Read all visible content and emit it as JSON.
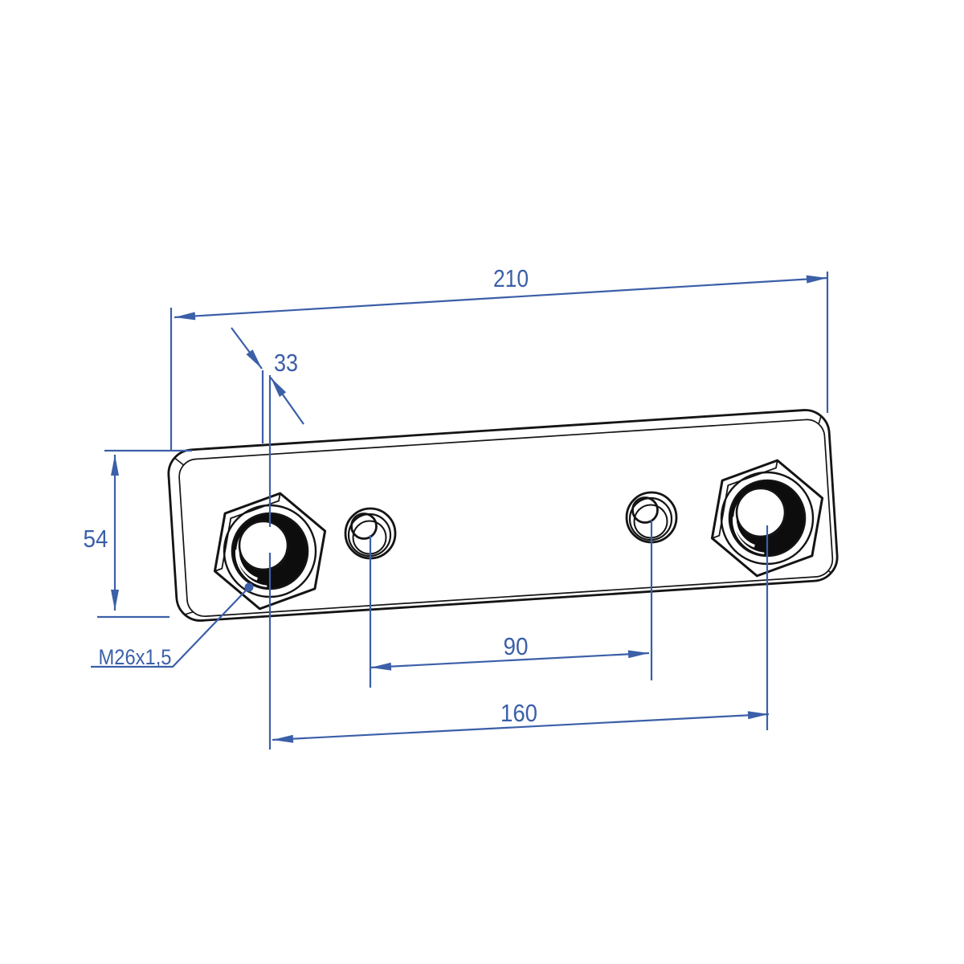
{
  "drawing": {
    "labels": {
      "overall_width": "210",
      "nut_edge_offset": "33",
      "overall_height": "54",
      "thread_callout": "M26x1,5",
      "hole_spacing": "90",
      "nut_spacing": "160"
    },
    "colors": {
      "dimension_blue": "#3b5fa8",
      "outline_dark": "#141414",
      "bore_shadow": "#0d0d0d",
      "background": "#ffffff"
    }
  }
}
